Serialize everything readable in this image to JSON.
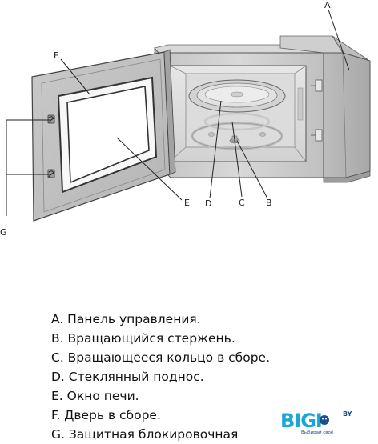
{
  "callouts": {
    "a": "A",
    "b": "B",
    "c": "C",
    "d": "D",
    "e": "E",
    "f": "F",
    "g": "G"
  },
  "legend": [
    "A. Панель управления.",
    "B. Вращающийся стержень.",
    "C. Вращающееся кольцо в сборе.",
    "D. Стеклянный поднос.",
    "E. Окно печи.",
    "F. Дверь в сборе.",
    "G. Защитная блокировочная"
  ],
  "logo": {
    "text": "BIGI",
    "suffix": "BY",
    "tagline": "Выбирай своё",
    "colors": {
      "primary": "#1aa6d8",
      "dark": "#1b4f8a"
    }
  }
}
